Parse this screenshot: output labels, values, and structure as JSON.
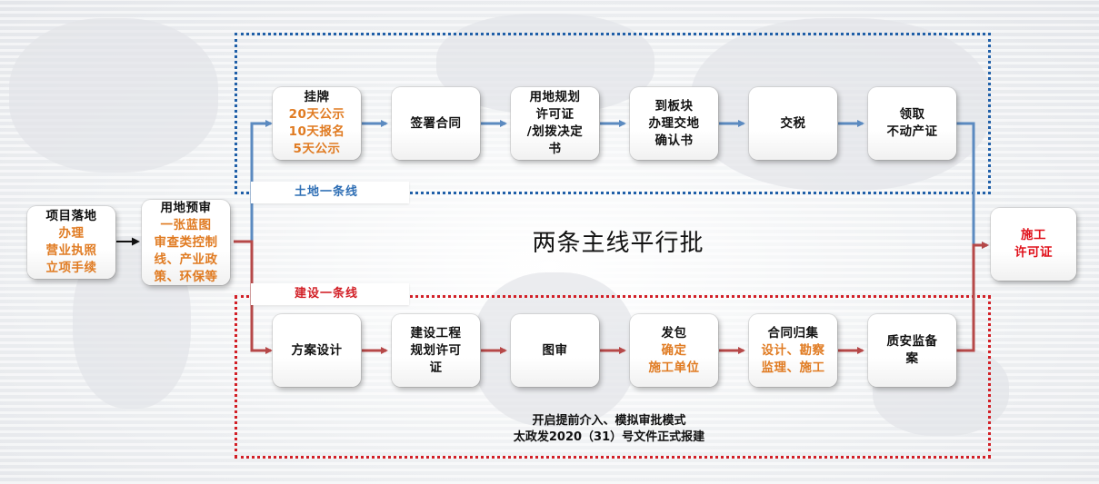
{
  "colors": {
    "land_line": "#5b8ac0",
    "build_line": "#b64848",
    "land_box_border": "#1f5fa8",
    "build_box_border": "#d21f26",
    "orange_text": "#e07b22",
    "red_text": "#e0101a",
    "black_arrow": "#111111"
  },
  "center_title": "两条主线平行批",
  "start": {
    "title": "项目落地",
    "lines": [
      "办理",
      "营业执照",
      "立项手续"
    ]
  },
  "pre_review": {
    "title": "用地预审",
    "lines": [
      "一张蓝图",
      "审查类控制",
      "线、产业政",
      "策、环保等"
    ]
  },
  "land_track": {
    "label": "土地一条线",
    "steps": [
      {
        "title": "挂牌",
        "lines": [
          "20天公示",
          "10天报名",
          "5天公示"
        ]
      },
      {
        "title": "签署合同",
        "lines": []
      },
      {
        "title": "用地规划",
        "lines_black": [
          "许可证",
          "/划拨决定",
          "书"
        ]
      },
      {
        "title": "到板块",
        "lines_black": [
          "办理交地",
          "确认书"
        ]
      },
      {
        "title": "交税",
        "lines": []
      },
      {
        "title": "领取",
        "lines_black": [
          "不动产证"
        ]
      }
    ]
  },
  "build_track": {
    "label": "建设一条线",
    "steps": [
      {
        "title": "方案设计",
        "lines": []
      },
      {
        "title": "建设工程",
        "lines_black": [
          "规划许可",
          "证"
        ]
      },
      {
        "title": "图审",
        "lines": []
      },
      {
        "title": "发包",
        "lines": [
          "确定",
          "施工单位"
        ]
      },
      {
        "title": "合同归集",
        "lines": [
          "设计、勘察",
          "监理、施工"
        ]
      },
      {
        "title": "质安监备",
        "lines_black": [
          "案"
        ]
      }
    ],
    "note": [
      "开启提前介入、模拟审批模式",
      "太政发2020（31）号文件正式报建"
    ]
  },
  "final": {
    "lines": [
      "施工",
      "许可证"
    ]
  }
}
